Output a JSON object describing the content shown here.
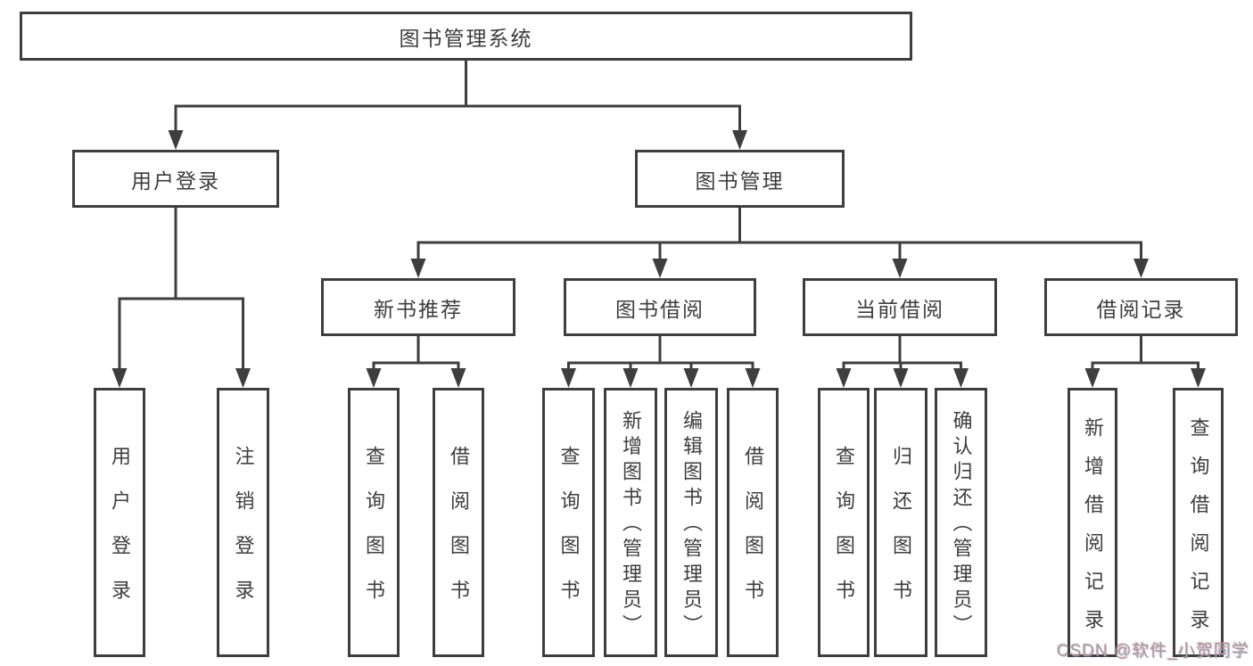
{
  "diagram": {
    "root": {
      "label": "图书管理系统"
    },
    "level2": {
      "user_login": {
        "label": "用户登录"
      },
      "book_management": {
        "label": "图书管理"
      }
    },
    "level3": {
      "new_book_recommend": {
        "label": "新书推荐"
      },
      "book_borrow": {
        "label": "图书借阅"
      },
      "current_borrow": {
        "label": "当前借阅"
      },
      "borrow_records": {
        "label": "借阅记录"
      }
    },
    "leaves": {
      "user_login_children": {
        "login": "用户登录",
        "logout": "注销登录"
      },
      "new_book_recommend_children": {
        "query_books": "查询图书",
        "borrow_books": "借阅图书"
      },
      "book_borrow_children": {
        "query_books": "查询图书",
        "add_books_admin": "新增图书（管理员）",
        "edit_books_admin": "编辑图书（管理员）",
        "borrow_books": "借阅图书"
      },
      "current_borrow_children": {
        "query_books": "查询图书",
        "return_books": "归还图书",
        "confirm_return_admin": "确认归还（管理员）"
      },
      "borrow_records_children": {
        "add_record": "新增借阅记录",
        "query_record": "查询借阅记录"
      }
    },
    "watermark": "CSDN @软件_小贺同学",
    "colors": {
      "line": "#3e3e3e",
      "text": "#3d3d3d",
      "watermark": "#9e9e9e",
      "background": "#ffffff"
    }
  }
}
